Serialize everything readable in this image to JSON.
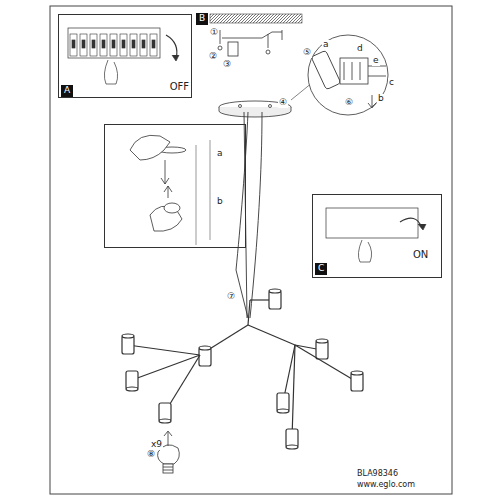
{
  "diagram": {
    "nodes": [
      {
        "text": [
          "OFF",
          "A"
        ]
      },
      {
        "text": [
          "a",
          "b"
        ]
      },
      {
        "text": [
          "ON",
          "C"
        ]
      }
    ],
    "labels": [
      "B",
      "①",
      "②",
      "③",
      "④",
      "⑤",
      "a",
      "b",
      "c",
      "d",
      "e",
      "⑥",
      "⑦",
      "x9",
      "⑧",
      "BLA98346",
      "www.eglo.com"
    ]
  }
}
